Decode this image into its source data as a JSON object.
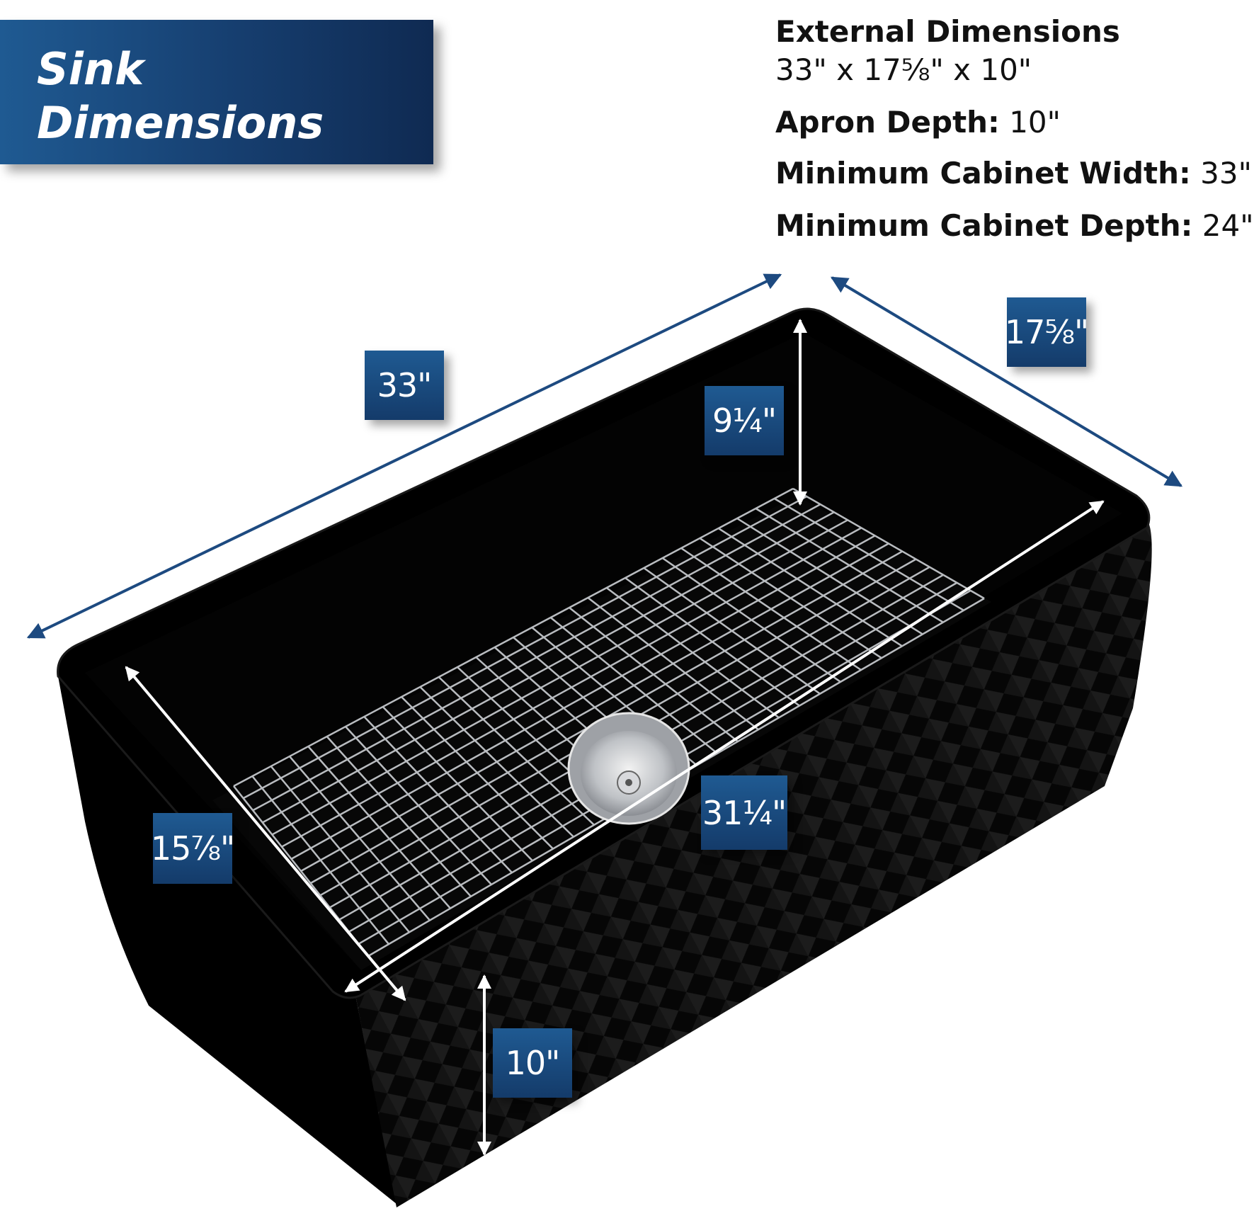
{
  "header": {
    "title_line1": "Sink",
    "title_line2": "Dimensions"
  },
  "specs": {
    "external_label": "External Dimensions",
    "external_value": "33\" x 17⅝\" x 10\"",
    "apron_label": "Apron Depth:",
    "apron_value": " 10\"",
    "min_width_label": "Minimum Cabinet Width:",
    "min_width_value": " 33\"",
    "min_depth_label": "Minimum Cabinet Depth:",
    "min_depth_value": " 24\""
  },
  "callouts": {
    "length": "33\"",
    "width": "17⁵⁄₈\"",
    "inner_depth": "9¹⁄₄\"",
    "inner_length": "31¹⁄₄\"",
    "inner_width": "15⁷⁄₈\"",
    "apron": "10\""
  },
  "colors": {
    "navy": "#163e6f",
    "sink": "#050505",
    "arrow_blue": "#1d4a80",
    "arrow_white": "#ffffff",
    "grid": "#b9bcc0"
  }
}
